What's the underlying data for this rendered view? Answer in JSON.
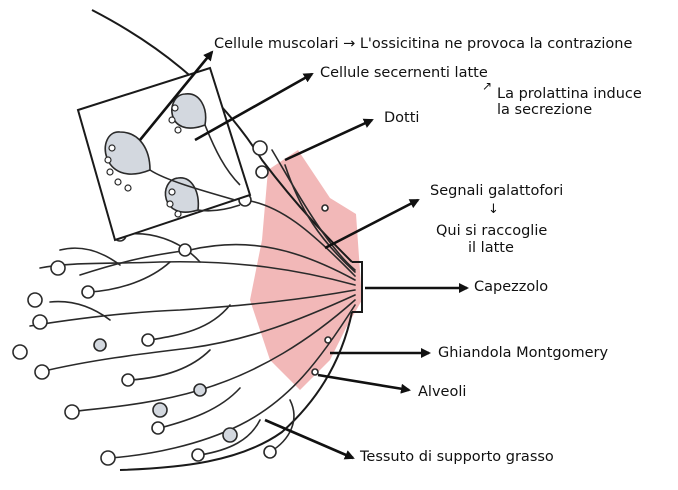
{
  "diagram": {
    "colors": {
      "ink": "#1a1a1a",
      "pink": "#f2b8b8",
      "lobule_fill": "#d3d8df"
    },
    "labels": {
      "muscle_cells": "Cellule muscolari",
      "oxytocin_note": "L'ossicitina ne provoca la contrazione",
      "secreting_cells": "Cellule secernenti latte",
      "prolactin_line1": "La prolattina induce",
      "prolactin_line2": "la secrezione",
      "ducts": "Dotti",
      "sinuses": "Segnali galattofori",
      "collect_line1": "Qui si raccoglie",
      "collect_line2": "il latte",
      "nipple": "Capezzolo",
      "montgomery": "Ghiandola Montgomery",
      "alveoli": "Alveoli",
      "fat_tissue": "Tessuto di supporto grasso"
    },
    "icons": {
      "arrow_right": "→",
      "arrow_down": "↓",
      "arrow_curved": "↗"
    }
  }
}
